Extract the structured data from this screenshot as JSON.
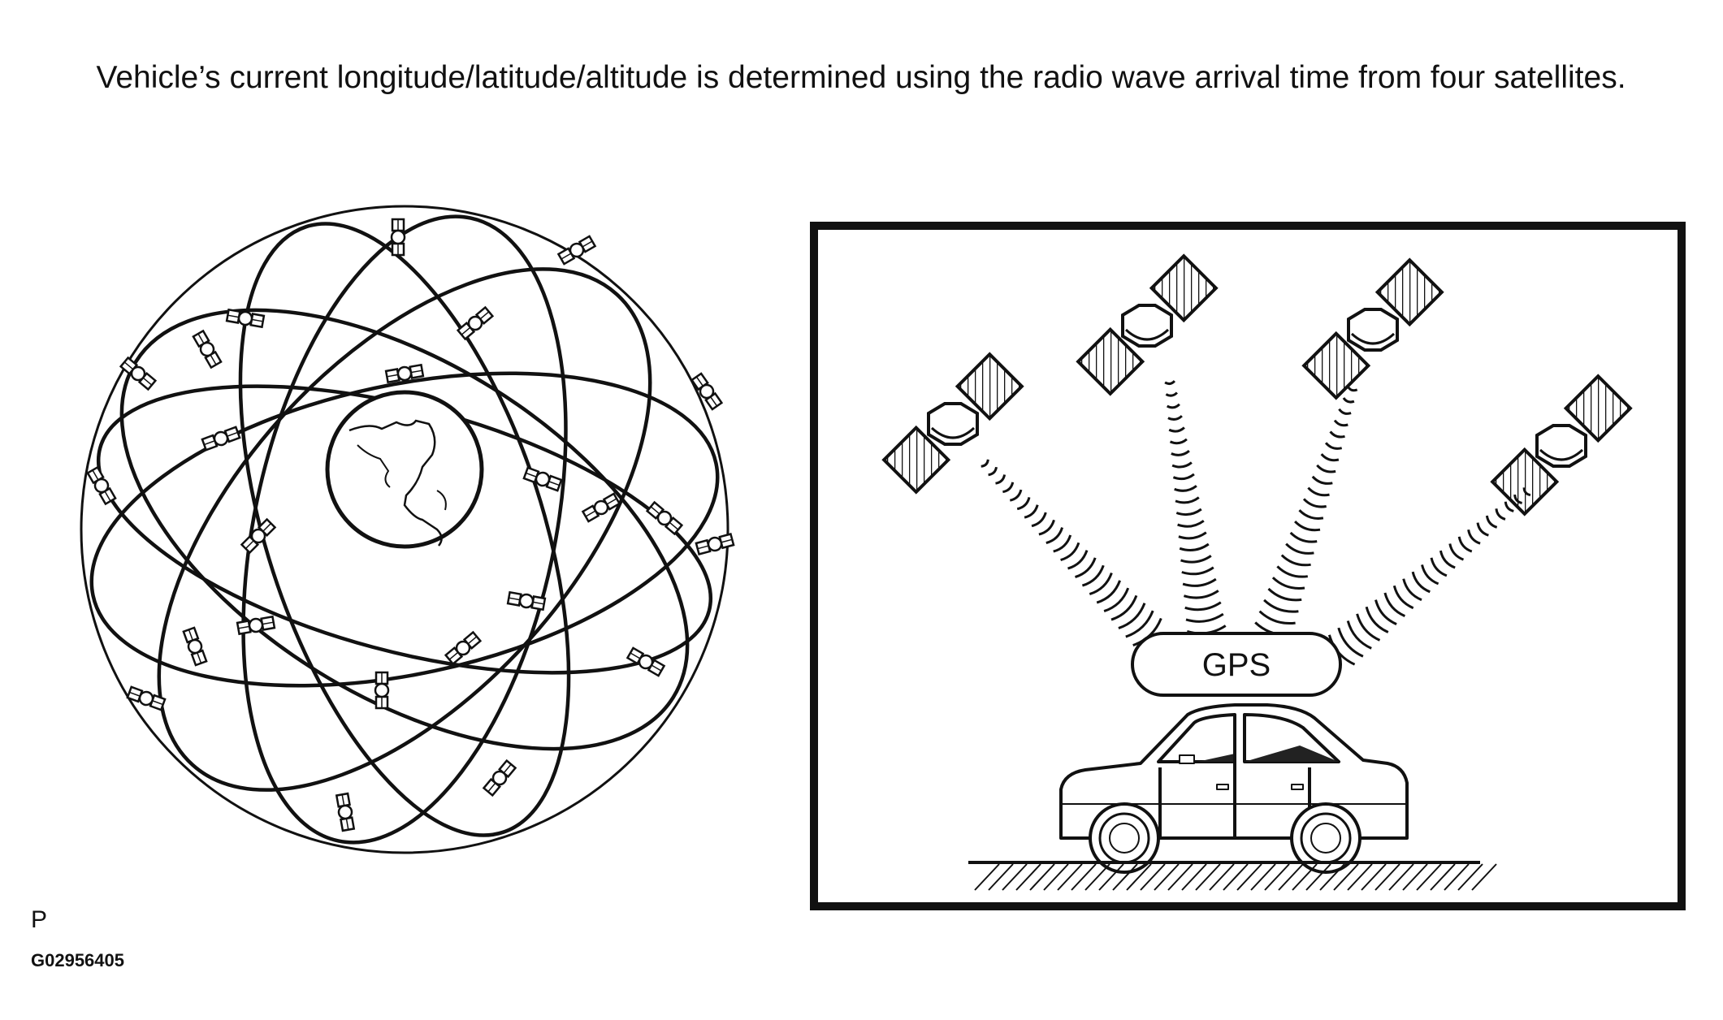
{
  "caption": "Vehicle’s current longitude/latitude/altitude is determined using the radio wave arrival time from four satellites.",
  "gps_label": "GPS",
  "corner_code": "P",
  "figure_id": "G02956405",
  "colors": {
    "ink": "#111111",
    "paper": "#ffffff",
    "glass": "#222222"
  },
  "icons": [
    "satellite-icon",
    "earth-icon",
    "car-icon",
    "gps-receiver-icon",
    "radio-wave-icon"
  ]
}
